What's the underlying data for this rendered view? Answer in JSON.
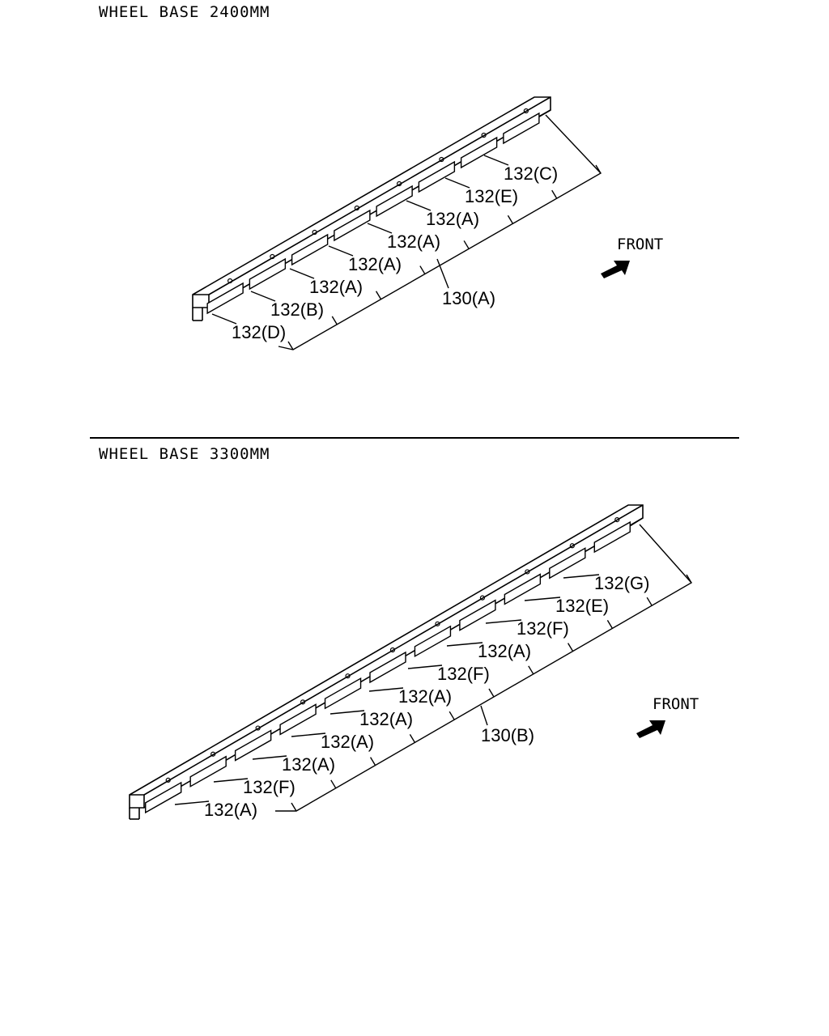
{
  "headings": {
    "top": "WHEEL BASE 2400MM",
    "bottom": "WHEEL BASE 3300MM"
  },
  "front_label": "FRONT",
  "top_diagram": {
    "frame_callout": "130(A)",
    "crossmember_callouts": [
      "132(D)",
      "132(B)",
      "132(A)",
      "132(A)",
      "132(A)",
      "132(A)",
      "132(E)",
      "132(C)"
    ]
  },
  "bottom_diagram": {
    "frame_callout": "130(B)",
    "crossmember_callouts": [
      "132(A)",
      "132(F)",
      "132(A)",
      "132(A)",
      "132(A)",
      "132(A)",
      "132(F)",
      "132(A)",
      "132(F)",
      "132(E)",
      "132(G)"
    ]
  }
}
